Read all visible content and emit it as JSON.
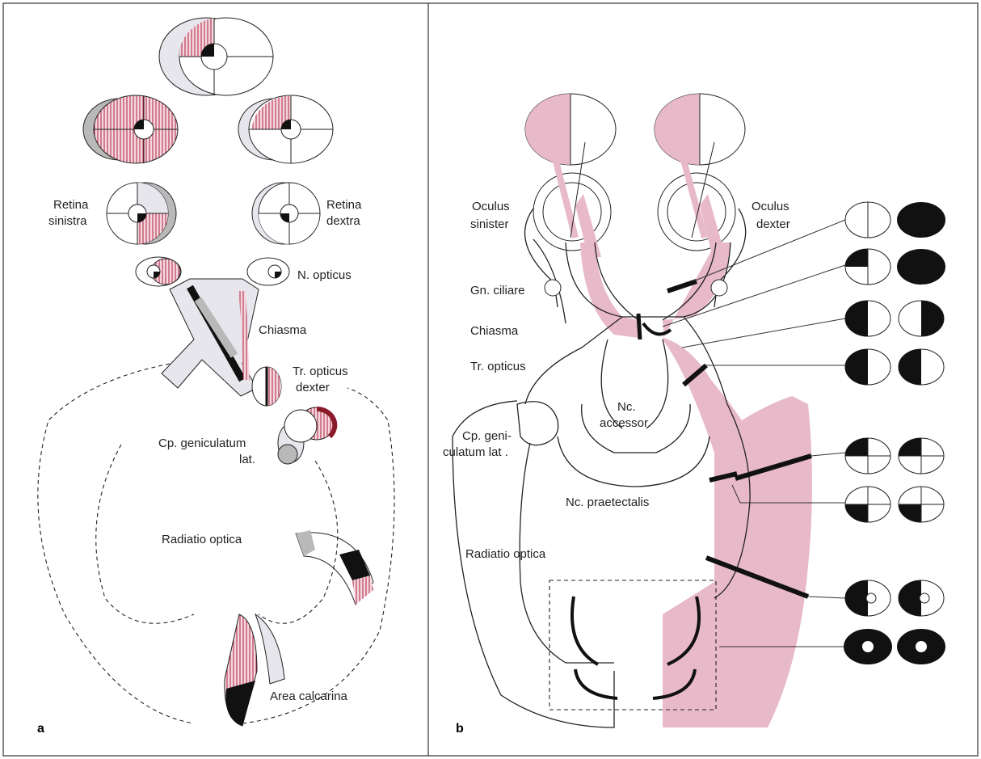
{
  "panels": {
    "a": {
      "letter": "a",
      "labels": {
        "retina_sinistra_1": "Retina",
        "retina_sinistra_2": "sinistra",
        "retina_dextra_1": "Retina",
        "retina_dextra_2": "dextra",
        "n_opticus": "N. opticus",
        "chiasma": "Chiasma",
        "tr_opticus_1": "Tr. opticus",
        "tr_opticus_2": "dexter",
        "cp_geniculatum_1": "Cp. geniculatum",
        "cp_geniculatum_2": "lat.",
        "radiatio_optica": "Radiatio optica",
        "area_calcarina": "Area calcarina"
      }
    },
    "b": {
      "letter": "b",
      "labels": {
        "oculus_sinister_1": "Oculus",
        "oculus_sinister_2": "sinister",
        "oculus_dexter_1": "Oculus",
        "oculus_dexter_2": "dexter",
        "gn_ciliare": "Gn. ciliare",
        "chiasma": "Chiasma",
        "tr_opticus": "Tr. opticus",
        "nc_accessor_1": "Nc.",
        "nc_accessor_2": "accessor.",
        "cp_geni_1": "Cp. geni-",
        "cp_geni_2": "culatum lat .",
        "nc_praetectalis": "Nc. praetectalis",
        "radiatio_optica": "Radiatio optica"
      }
    }
  },
  "colors": {
    "pink": "#e8b9c8",
    "dark_red": "#8b1a2b",
    "gray": "#b9b9b9",
    "light_gray": "#e6e6ec",
    "black": "#111111"
  }
}
